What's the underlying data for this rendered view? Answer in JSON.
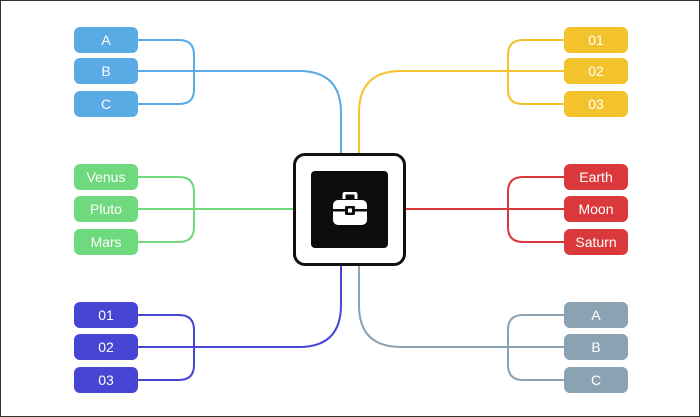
{
  "hub": {
    "icon": "toolbox-icon"
  },
  "colors": {
    "blue": "#5aaae6",
    "yellow": "#f2c32c",
    "green": "#6ed97d",
    "red": "#d9393b",
    "indigo": "#4745d3",
    "slate": "#8ba2b3"
  },
  "branches": {
    "top_left": [
      "A",
      "B",
      "C"
    ],
    "top_right": [
      "01",
      "02",
      "03"
    ],
    "mid_left": [
      "Venus",
      "Pluto",
      "Mars"
    ],
    "mid_right": [
      "Earth",
      "Moon",
      "Saturn"
    ],
    "bottom_left": [
      "01",
      "02",
      "03"
    ],
    "bottom_right": [
      "A",
      "B",
      "C"
    ]
  }
}
